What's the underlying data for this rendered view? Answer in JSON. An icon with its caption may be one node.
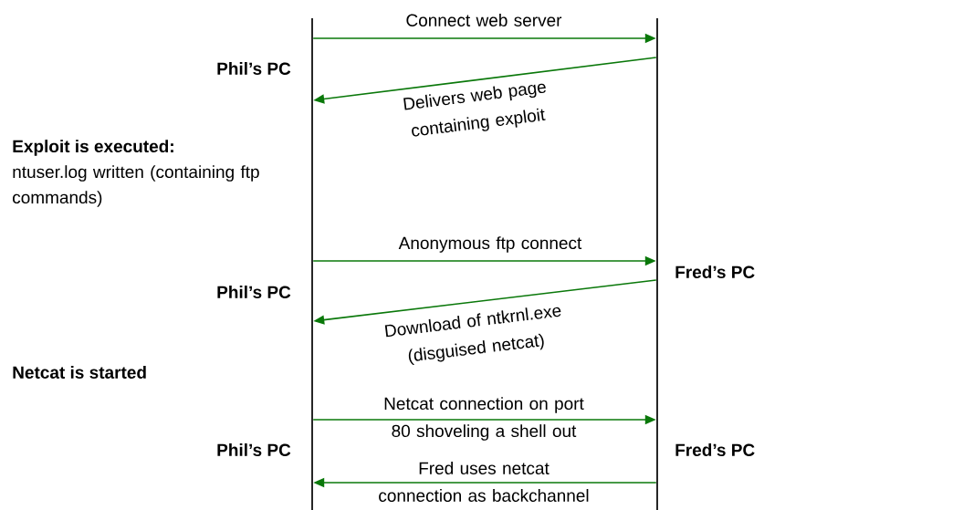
{
  "diagram": {
    "nodes": [
      {
        "text": [],
        "shape": "bar"
      },
      {
        "text": [],
        "shape": "bar"
      }
    ],
    "edges": [
      {
        "from": 0,
        "to": 1,
        "arrow": "to",
        "label": "Connect web server"
      },
      {
        "from": 1,
        "to": 0,
        "arrow": "to",
        "label": "Delivers web page containing exploit"
      },
      {
        "from": 0,
        "to": 1,
        "arrow": "to",
        "label": "Anonymous ftp connect"
      },
      {
        "from": 1,
        "to": 0,
        "arrow": "to",
        "label": "Download of ntkrnl.exe (disguised netcat)"
      },
      {
        "from": 0,
        "to": 1,
        "arrow": "to",
        "label": "Netcat connection on port 80 shoveling a shell out"
      },
      {
        "from": 1,
        "to": 0,
        "arrow": "to",
        "label": "Fred uses netcat connection as backchannel"
      }
    ],
    "labels": [
      "Phil’s PC",
      "Exploit is executed:",
      "ntuser.log written (containing ftp commands)",
      "Fred’s PC",
      "Phil’s PC",
      "Netcat is started",
      "Phil’s PC",
      "Fred’s PC"
    ]
  }
}
